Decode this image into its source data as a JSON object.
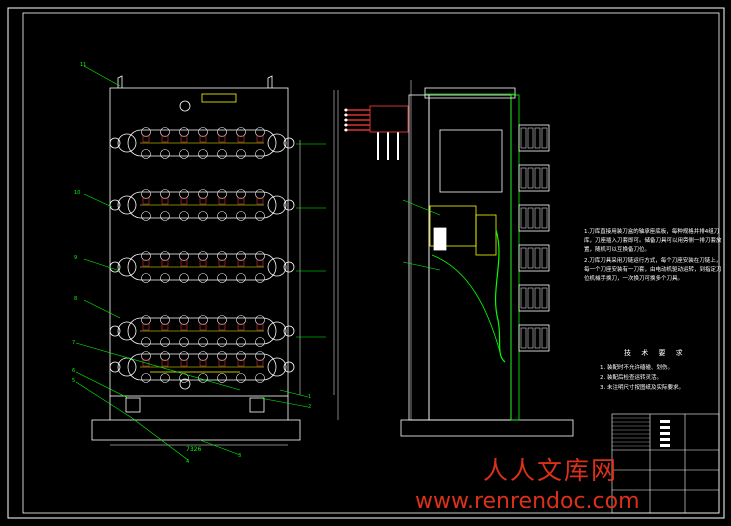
{
  "drawing": {
    "left_view": {
      "part_numbers": [
        "11",
        "10",
        "9",
        "8",
        "7",
        "6",
        "5",
        "4",
        "3",
        "2",
        "1"
      ],
      "dimension_width": "7326"
    },
    "notes": [
      "1.刀库直接用装刀盒的轴承座底板，每种规格并排4组刀库，刀座插入刀套即可。储备刀具可以用旁侧一排刀套放置，随机可以互换备刀位。",
      "2.刀库刀具采用刀链运行方式，每个刀座安装在刀链上，每一个刀座安装有一刀套，由电动机驱动运转，到指定刀位机械手换刀，一次换刀可换多个刀具。"
    ],
    "requirements_title": "技 术 要 求",
    "requirements": [
      "1. 装配时不允许磕碰、划伤。",
      "2. 装配后检查运转灵活。",
      "3. 未注明尺寸按图纸及实际要求。"
    ]
  },
  "watermark": {
    "cn": "人人文库网",
    "url": "www.renrendoc.com"
  },
  "colors": {
    "background": "#000000",
    "lines": "#ffffff",
    "leader": "#00ff00",
    "parts": "#ff4040",
    "accent": "#ffff00",
    "watermark": "#e8331c"
  }
}
